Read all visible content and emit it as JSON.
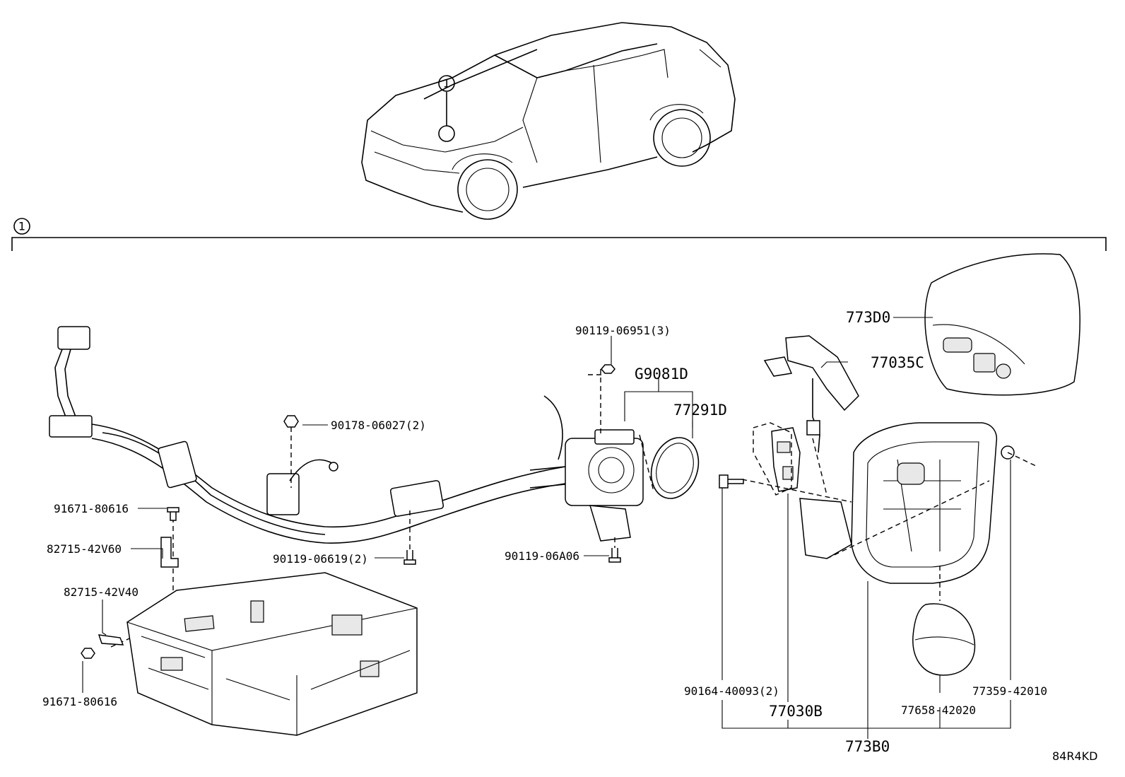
{
  "callout": "1",
  "diagram_code": "84R4KD",
  "parts": {
    "p90119_06951": "90119-06951(3)",
    "pG9081D": "G9081D",
    "p77291D": "77291D",
    "p90178_06027": "90178-06027(2)",
    "p91671_80616_top": "91671-80616",
    "p82715_42V60": "82715-42V60",
    "p90119_06619": "90119-06619(2)",
    "p90119_06A06": "90119-06A06",
    "p82715_42V40": "82715-42V40",
    "p91671_80616_bottom": "91671-80616",
    "p773D0": "773D0",
    "p77035C": "77035C",
    "p90164_40093": "90164-40093(2)",
    "p77030B": "77030B",
    "p77658_42020": "77658-42020",
    "p77359_42010": "77359-42010",
    "p773B0": "773B0"
  }
}
